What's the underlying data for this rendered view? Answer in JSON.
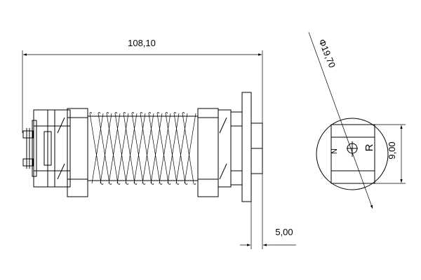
{
  "dimensions": {
    "overall_length": "108,10",
    "flange_thickness": "5,00",
    "diameter": "Φ19,70",
    "width": "9,00"
  },
  "markings": {
    "n_label": "N",
    "r_label": "R"
  }
}
